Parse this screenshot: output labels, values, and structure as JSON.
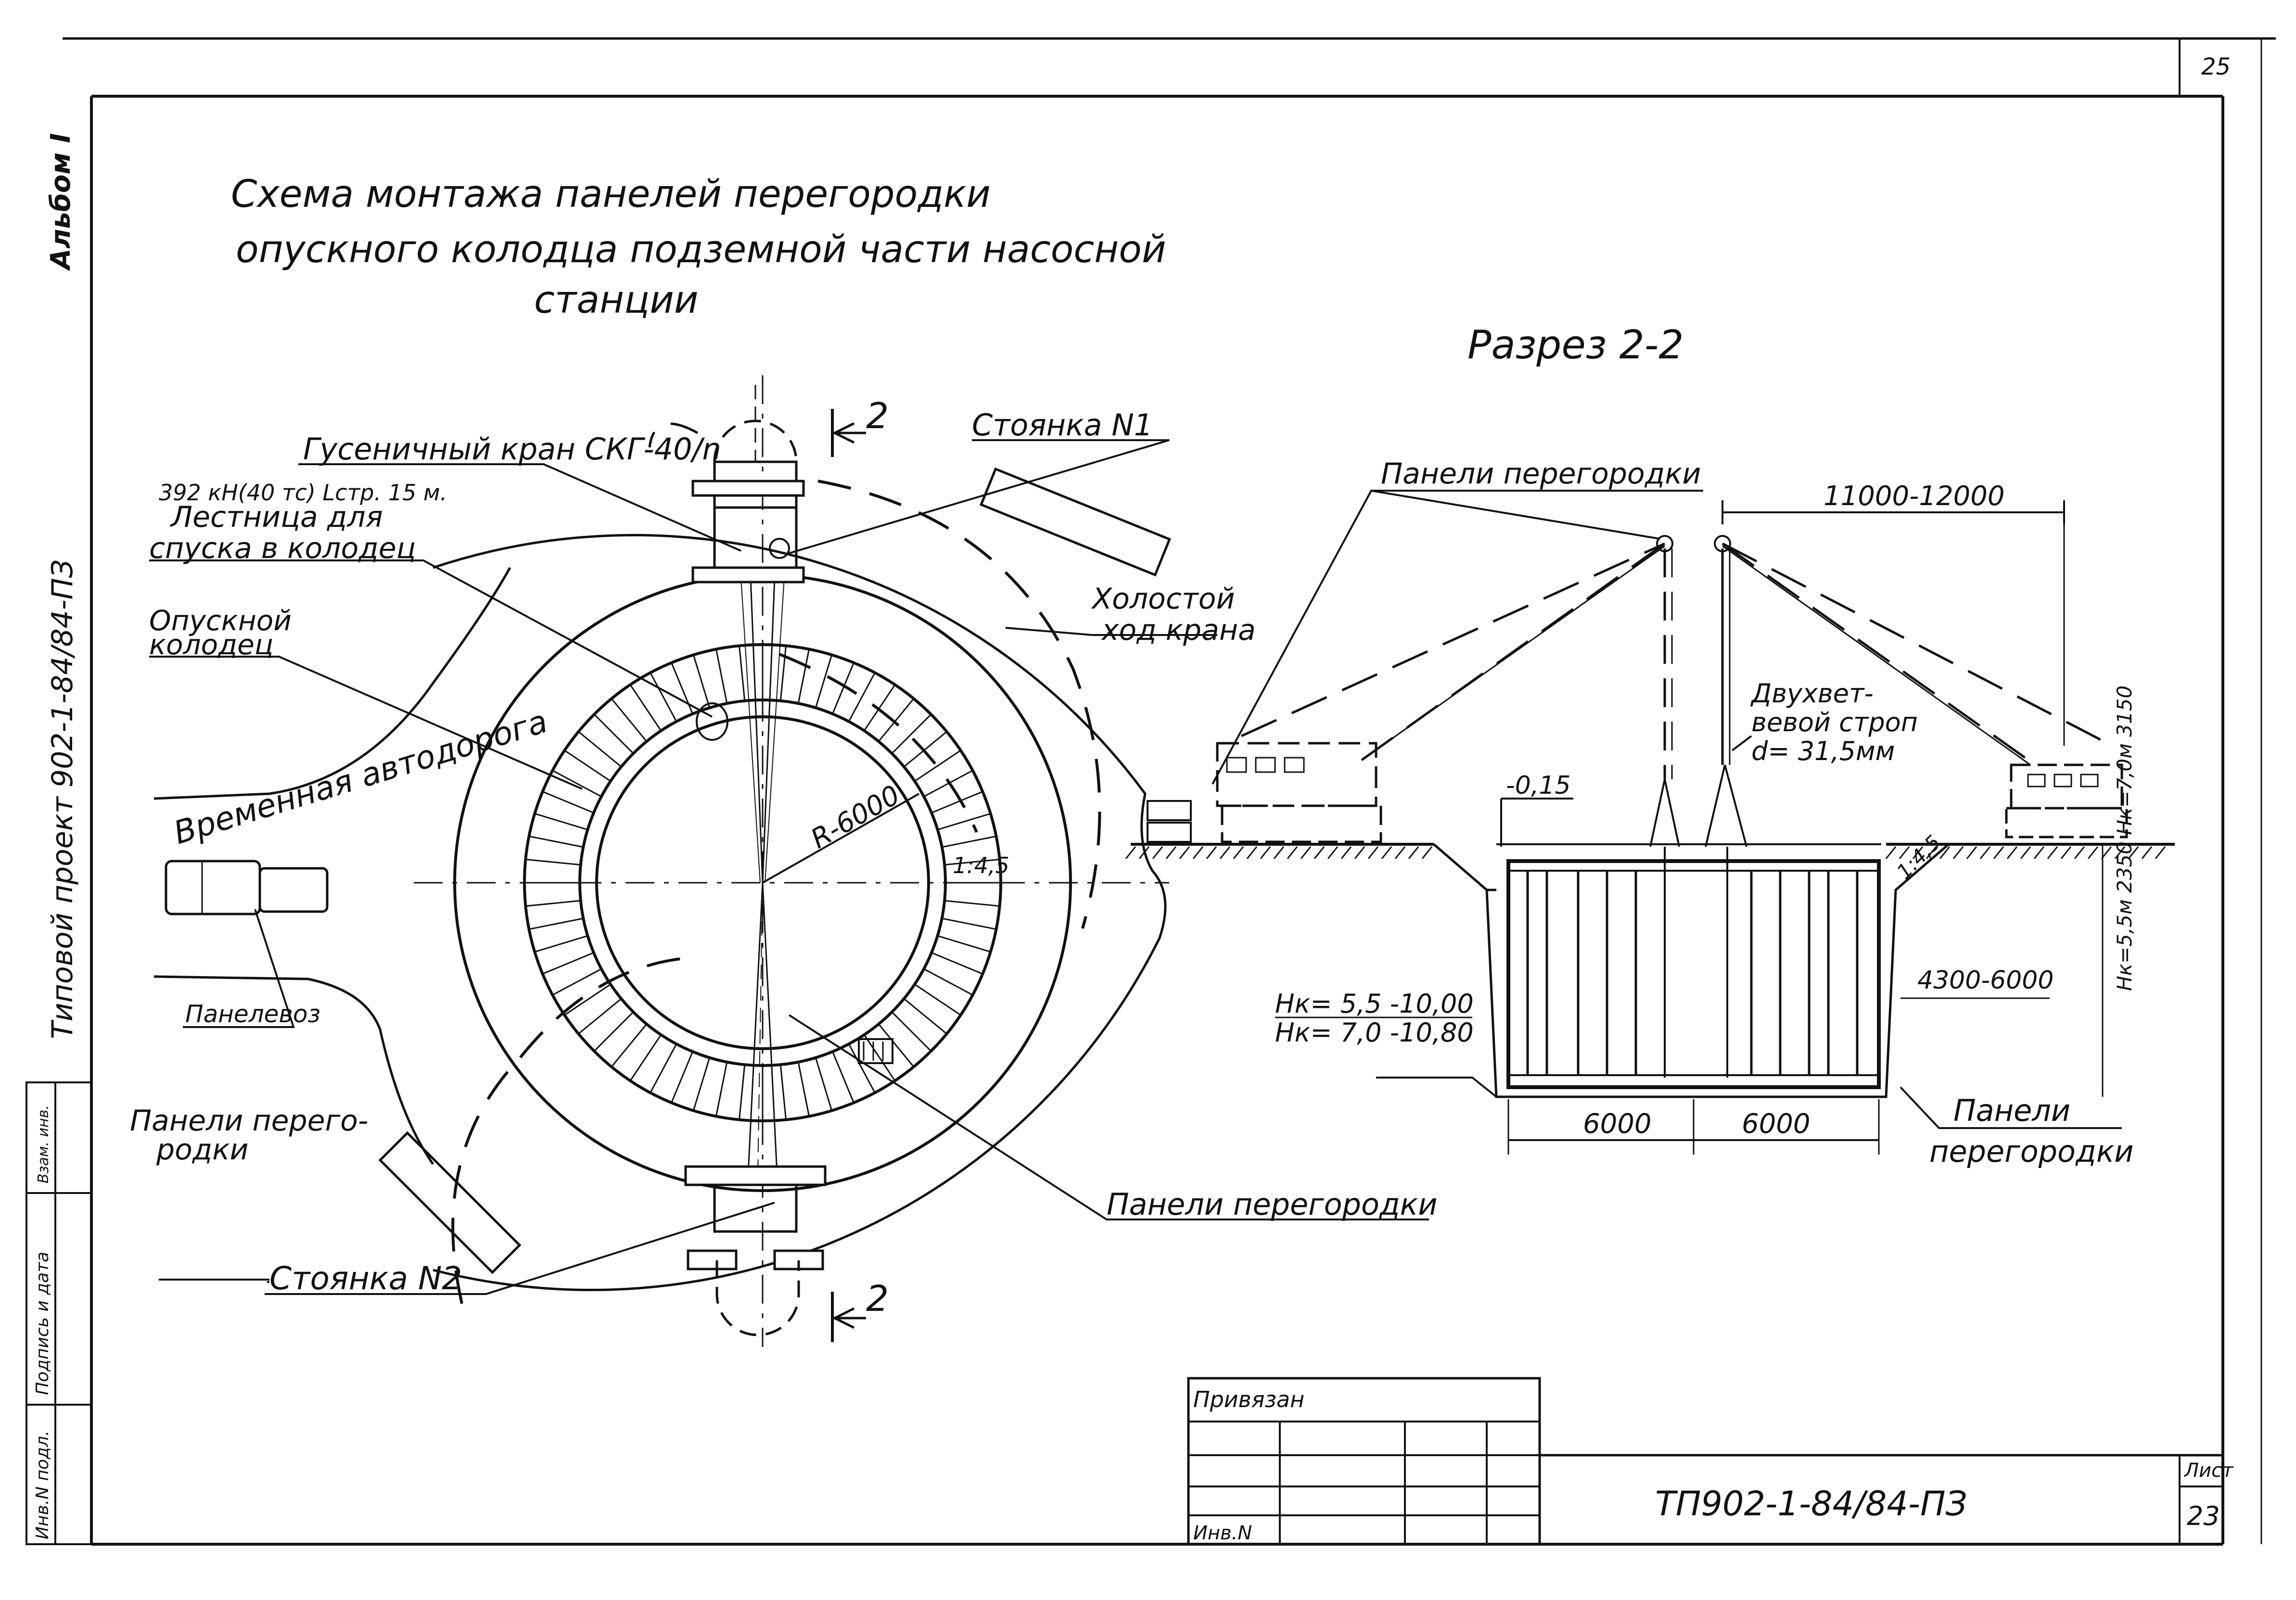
{
  "sheet": {
    "page_number": "25",
    "side_stamp_album": "Альбом I",
    "side_stamp_project": "Типовой проект 902-1-84/84-ПЗ",
    "side_table_cells": [
      "Инв.N подл.",
      "Подпись и дата",
      "Взам. инв."
    ]
  },
  "title": {
    "line1": "Схема монтажа панелей перегородки",
    "line2": "опускного колодца подземной части насосной",
    "line3": "станции"
  },
  "section": {
    "title": "Разрез 2-2",
    "cut_marker": "2"
  },
  "plan_labels": {
    "crane": "Гусеничный кран СКГ-40/n",
    "crane_params": "392 кН(40 тс) Lстр. 15 м.",
    "ladder_line1": "Лестница для",
    "ladder_line2": "спуска в колодец",
    "well_line1": "Опускной",
    "well_line2": "колодец",
    "road": "Временная автодорога",
    "panel_truck": "Панелевоз",
    "panels_left_line1": "Панели перего-",
    "panels_left_line2": "родки",
    "stop1": "Стоянка N1",
    "stop2": "Стоянка N2",
    "idle_line1": "Холостой",
    "idle_line2": "ход крана",
    "radius": "R-6000",
    "slope": "1:4,5",
    "panels_bottom": "Панели перегородки"
  },
  "section_labels": {
    "panels_top": "Панели перегородки",
    "span": "11000-12000",
    "sling_line1": "Двухвет-",
    "sling_line2": "вевой строп",
    "sling_line3": "d= 31,5мм",
    "level": "-0,15",
    "slope": "1:4,5",
    "width": "4300-6000",
    "right_dims": "Нк=5,5м 2350 Нк=7,0м 3150",
    "depth_line1": "Нк= 5,5  -10,00",
    "depth_line2": "Нк= 7,0  -10,80",
    "half_left": "6000",
    "half_right": "6000",
    "panels_right_line1": "Панели",
    "panels_right_line2": "перегородки"
  },
  "stamp": {
    "tied": "Привязан",
    "inv": "Инв.N",
    "code": "ТП902-1-84/84-ПЗ",
    "sheet_label": "Лист",
    "sheet_number": "23"
  }
}
